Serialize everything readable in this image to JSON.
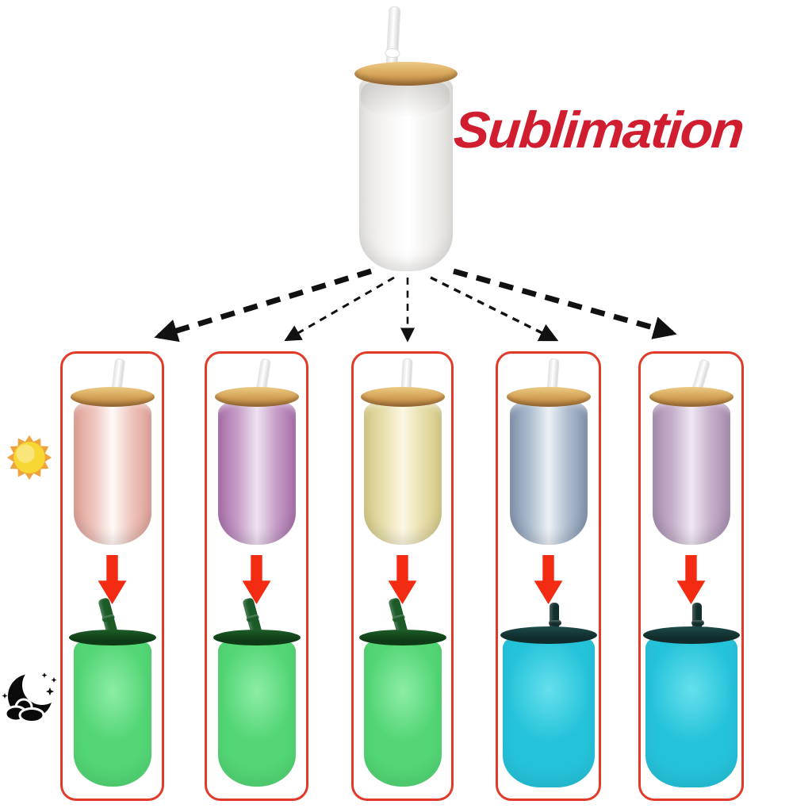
{
  "title": {
    "text": "Sublimation",
    "color": "#d01e30"
  },
  "hero_product": {
    "name": "Frosted glass sublimation can with bamboo lid and clear straw",
    "lid": "bamboo-lid",
    "straw": "clear-straw"
  },
  "mode_icons": {
    "day": {
      "name": "sun-icon",
      "core_color": "#f7d733",
      "ray_color": "#efa33c"
    },
    "night": {
      "name": "moon-cloud-stars-icon",
      "color": "#0a0a0a"
    }
  },
  "diagram": {
    "box_border_color": "#e23a28",
    "down_arrow_color": "#f42b13",
    "dashed_arrow_color": "#111111",
    "columns": [
      {
        "id": "pink-to-glow-green",
        "day": {
          "name": "Pink shimmer glass",
          "edge": "#dfa096",
          "mid": "#eec5bd",
          "highlight": "#fffaf8"
        },
        "night": {
          "name": "Glow green glass",
          "base": "#53d675",
          "light": "#8deca6",
          "lid": "#0e3a16",
          "lid_light": "#1d5c28",
          "straw": "#1c5a28",
          "straw_style": "angled"
        }
      },
      {
        "id": "purple-to-glow-green",
        "day": {
          "name": "Purple shimmer glass",
          "edge": "#a86fa9",
          "mid": "#c79fc9",
          "highlight": "#efe2f1"
        },
        "night": {
          "name": "Glow green glass",
          "base": "#53d675",
          "light": "#8deca6",
          "lid": "#0e3a16",
          "lid_light": "#1d5c28",
          "straw": "#1c5a28",
          "straw_style": "angled"
        }
      },
      {
        "id": "yellow-to-glow-green",
        "day": {
          "name": "Yellow frosted glass",
          "edge": "#d5c986",
          "mid": "#e8e0af",
          "highlight": "#fcf8e4"
        },
        "night": {
          "name": "Glow green glass",
          "base": "#53d675",
          "light": "#8deca6",
          "lid": "#0e3a16",
          "lid_light": "#1d5c28",
          "straw": "#1c5a28",
          "straw_style": "angled"
        }
      },
      {
        "id": "silver-blue-to-glow-cyan",
        "day": {
          "name": "Silver blue shimmer glass",
          "edge": "#8193ad",
          "mid": "#aebdd0",
          "highlight": "#edf1f6"
        },
        "night": {
          "name": "Glow cyan glass",
          "base": "#25c3da",
          "light": "#66dfec",
          "lid": "#0f2b2a",
          "lid_light": "#1d4a48",
          "straw": "#132f2d",
          "straw_style": "vertical"
        }
      },
      {
        "id": "lavender-to-glow-cyan",
        "day": {
          "name": "Lavender shimmer glass",
          "edge": "#a78cb0",
          "mid": "#c6b0cc",
          "highlight": "#efe8f2"
        },
        "night": {
          "name": "Glow cyan glass",
          "base": "#25c3da",
          "light": "#66dfec",
          "lid": "#0f2b2a",
          "lid_light": "#1d4a48",
          "straw": "#132f2d",
          "straw_style": "vertical"
        }
      }
    ]
  }
}
